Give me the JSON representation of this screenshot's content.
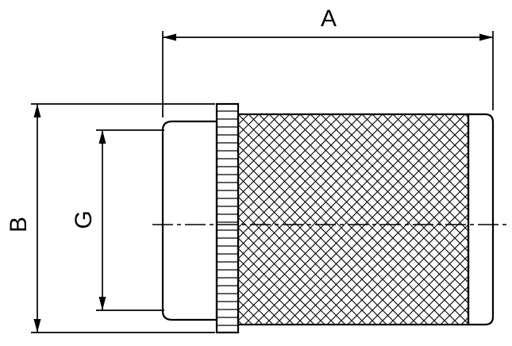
{
  "drawing": {
    "labels": {
      "a": "A",
      "b": "B",
      "g": "G"
    },
    "colors": {
      "line": "#000000",
      "background": "#ffffff"
    }
  }
}
